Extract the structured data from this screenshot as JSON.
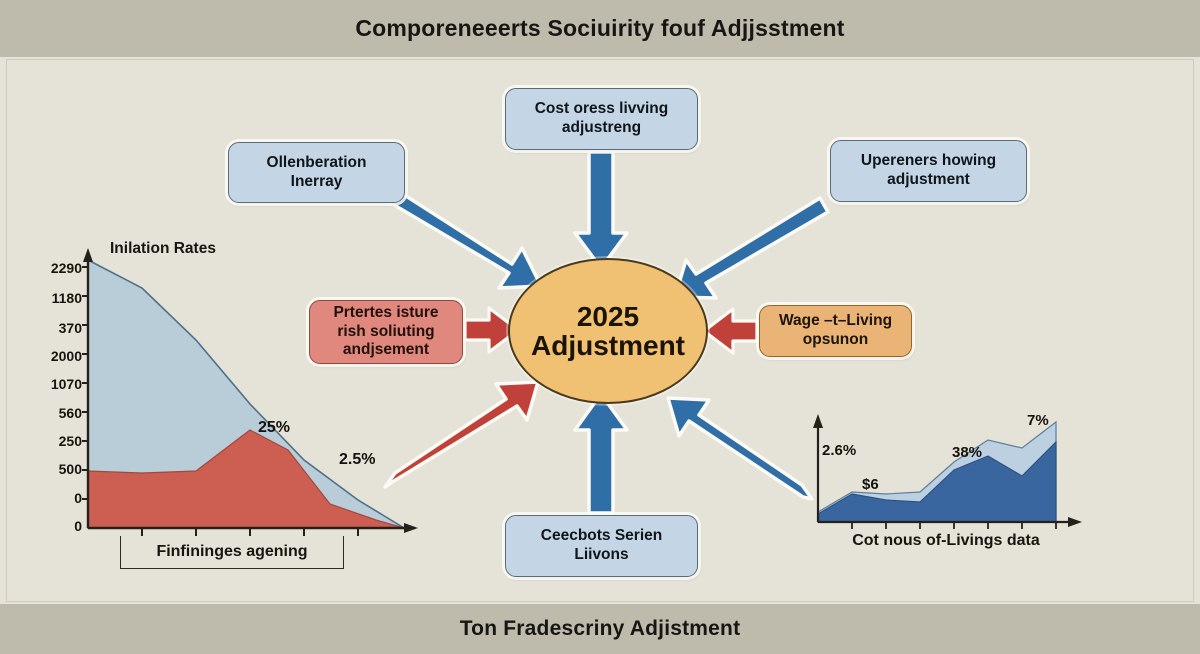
{
  "header": {
    "title": "Comporeneeerts Sociuirity fouf Adjjsstment"
  },
  "footer": {
    "title": "Ton Fradescriny Adjistment"
  },
  "center": {
    "line1": "2025",
    "line2": "Adjustment"
  },
  "nodes": {
    "top": {
      "line1": "Cost oress livving",
      "line2": "adjustreng",
      "color": "#c4d6e5"
    },
    "top_left": {
      "line1": "Ollenberation",
      "line2": "Inerray",
      "color": "#c4d6e5"
    },
    "top_right": {
      "line1": "Upereners howing",
      "line2": "adjustment",
      "color": "#c4d6e5"
    },
    "left": {
      "line1": "Prtertes isture",
      "line2": "rish soliuting",
      "line3": "andjsement",
      "color": "#e1887e"
    },
    "right": {
      "line1": "Wage –t–Living",
      "line2": "opsunon",
      "color": "#e9b475"
    },
    "bottom": {
      "line1": "Ceecbots Serien",
      "line2": "Liivons",
      "color": "#c4d6e5"
    }
  },
  "arrows": {
    "blue_color": "#2f6ea6",
    "red_color": "#b83a35",
    "outline_color": "#fbfaf4"
  },
  "annotations": {
    "left_pct_upper": "25%",
    "left_pct_lower": "2.5%"
  },
  "chart_data": [
    {
      "id": "inflation-rates",
      "type": "area",
      "title": "Inilation Rates",
      "xlabel": "Finfininges agening",
      "ylabel": "",
      "grid": false,
      "legend": "none",
      "ytick_labels": [
        "2290",
        "1180",
        "370",
        "2000",
        "1070",
        "560",
        "250",
        "500",
        "0",
        "0"
      ],
      "x": [
        0,
        1,
        2,
        3,
        4,
        5,
        6
      ],
      "series": [
        {
          "name": "upper-band",
          "color": "#b8cdd8",
          "values": [
            2290,
            1900,
            1450,
            1000,
            620,
            300,
            60
          ]
        },
        {
          "name": "lower-band",
          "color": "#cd5f52",
          "values": [
            430,
            420,
            430,
            700,
            900,
            430,
            180
          ]
        }
      ],
      "annotations": [
        "25%",
        "2.5%"
      ]
    },
    {
      "id": "cost-of-living",
      "type": "area",
      "title": "",
      "xlabel": "Cot nous of-Livings data",
      "ylabel": "",
      "grid": false,
      "legend": "none",
      "x": [
        0,
        1,
        2,
        3,
        4,
        5,
        6,
        7
      ],
      "series": [
        {
          "name": "light-band",
          "color": "#bcd0e2",
          "values": [
            12,
            36,
            40,
            44,
            78,
            104,
            96,
            140
          ]
        },
        {
          "name": "dark-band",
          "color": "#39669e",
          "values": [
            10,
            34,
            30,
            28,
            70,
            86,
            64,
            120
          ]
        }
      ],
      "annotations": [
        "2.6%",
        "$6",
        "38%",
        "7%"
      ],
      "annotation_values": {
        "left_label": "2.6%",
        "mid_low_label": "$6",
        "mid_high_label": "38%",
        "right_label": "7%"
      }
    }
  ]
}
